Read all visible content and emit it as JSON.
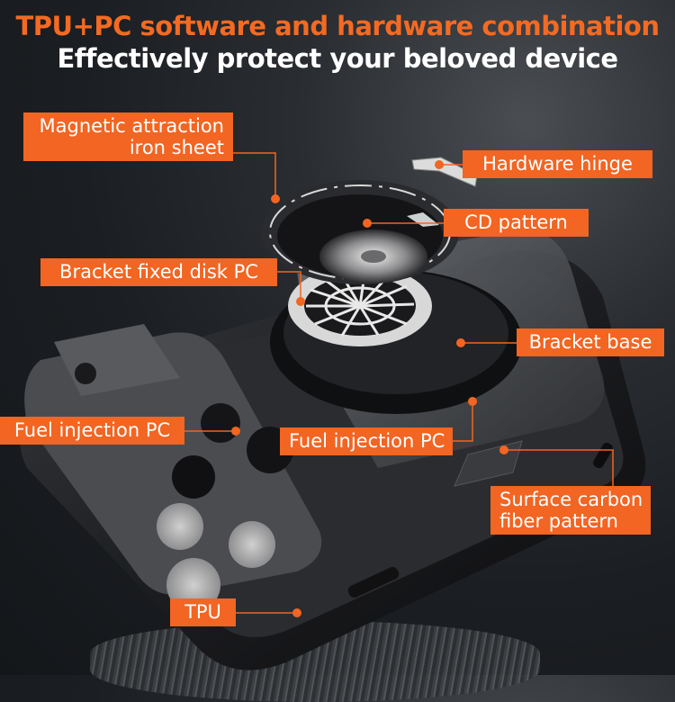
{
  "header": {
    "title": "TPU+PC software and hardware combination",
    "subtitle": "Effectively protect your beloved device"
  },
  "colors": {
    "accent": "#f26522",
    "title_orange": "#f46a22",
    "subtitle_white": "#ffffff",
    "background": "#1b1e22"
  },
  "callouts": [
    {
      "id": "magnetic",
      "line1": "Magnetic attraction",
      "line2": "iron sheet"
    },
    {
      "id": "hinge",
      "label": "Hardware hinge"
    },
    {
      "id": "cd",
      "label": "CD pattern"
    },
    {
      "id": "bracket-disk",
      "label": "Bracket fixed disk PC"
    },
    {
      "id": "bracket-base",
      "label": "Bracket base"
    },
    {
      "id": "fuel-left",
      "label": "Fuel injection PC"
    },
    {
      "id": "fuel-center",
      "label": "Fuel injection PC"
    },
    {
      "id": "carbon",
      "line1": "Surface carbon",
      "line2": "fiber pattern"
    },
    {
      "id": "tpu",
      "label": "TPU"
    }
  ]
}
